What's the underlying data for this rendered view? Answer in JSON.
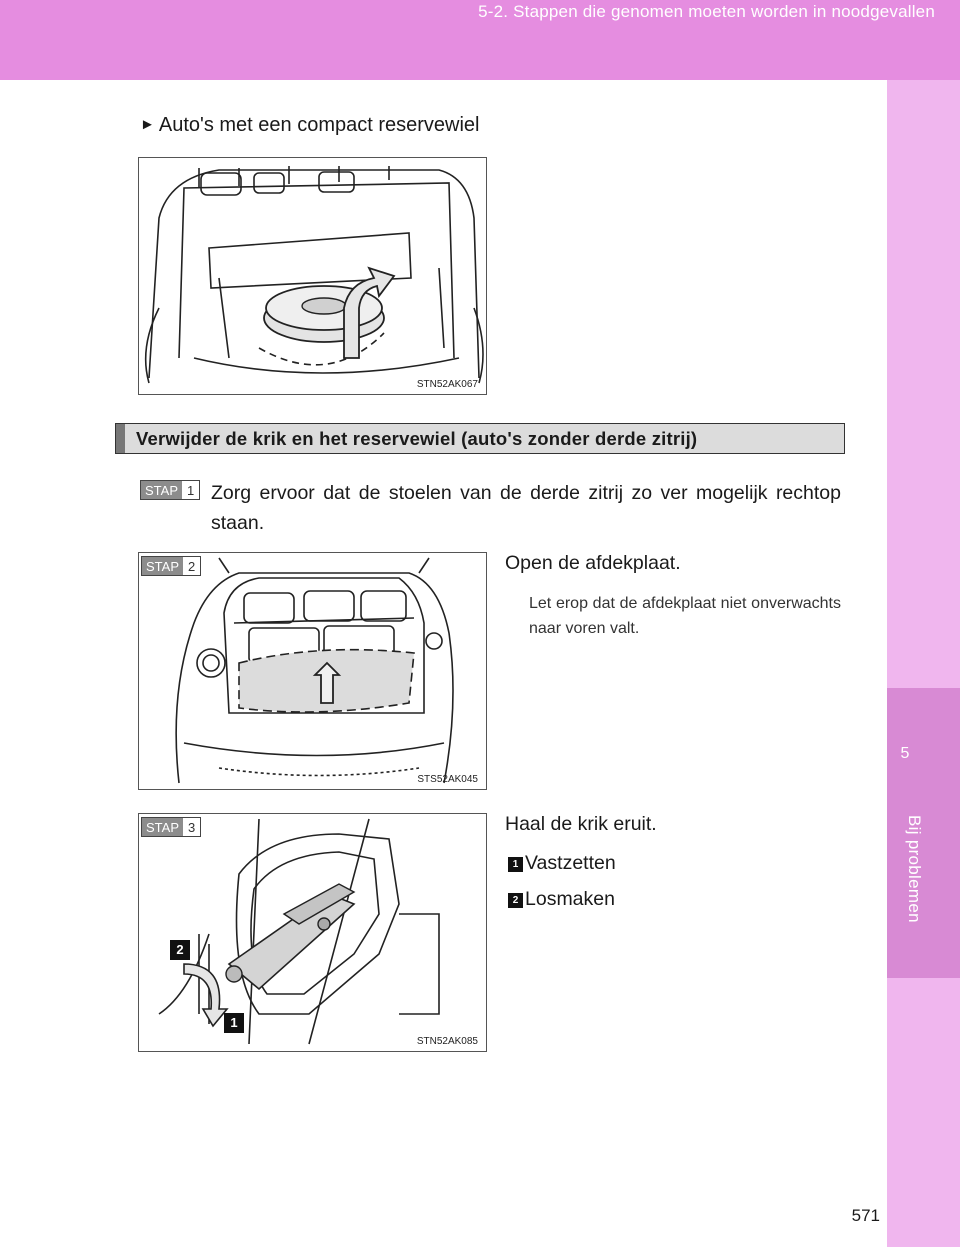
{
  "header": {
    "section_title": "5-2. Stappen die genomen moeten worden in noodgevallen"
  },
  "side_tab": {
    "chapter_number": "5",
    "chapter_label": "Bij problemen"
  },
  "page_number": "571",
  "subheading": {
    "marker": "►",
    "text": "Auto's met een compact reservewiel"
  },
  "figures": {
    "fig1": {
      "code": "STN52AK067"
    },
    "fig2": {
      "code": "STS52AK045"
    },
    "fig3": {
      "code": "STN52AK085",
      "marker_1": "1",
      "marker_2": "2"
    }
  },
  "section": {
    "title": "Verwijder de krik en het reservewiel (auto's zonder derde zitrij)"
  },
  "steps": [
    {
      "label": "STAP",
      "number": "1",
      "text": "Zorg ervoor dat de stoelen van de derde zitrij zo ver mogelijk rechtop staan."
    },
    {
      "label": "STAP",
      "number": "2",
      "text": "Open de afdekplaat.",
      "note": "Let erop dat de afdekplaat niet onverwachts naar voren valt."
    },
    {
      "label": "STAP",
      "number": "3",
      "text": "Haal de krik eruit.",
      "items": [
        {
          "marker": "1",
          "text": "Vastzetten"
        },
        {
          "marker": "2",
          "text": "Losmaken"
        }
      ]
    }
  ],
  "colors": {
    "header": "#e58de0",
    "side_tab": "#f0b6ee",
    "side_tab_active": "#d88ad4",
    "section_bar": "#dcdcdc"
  }
}
